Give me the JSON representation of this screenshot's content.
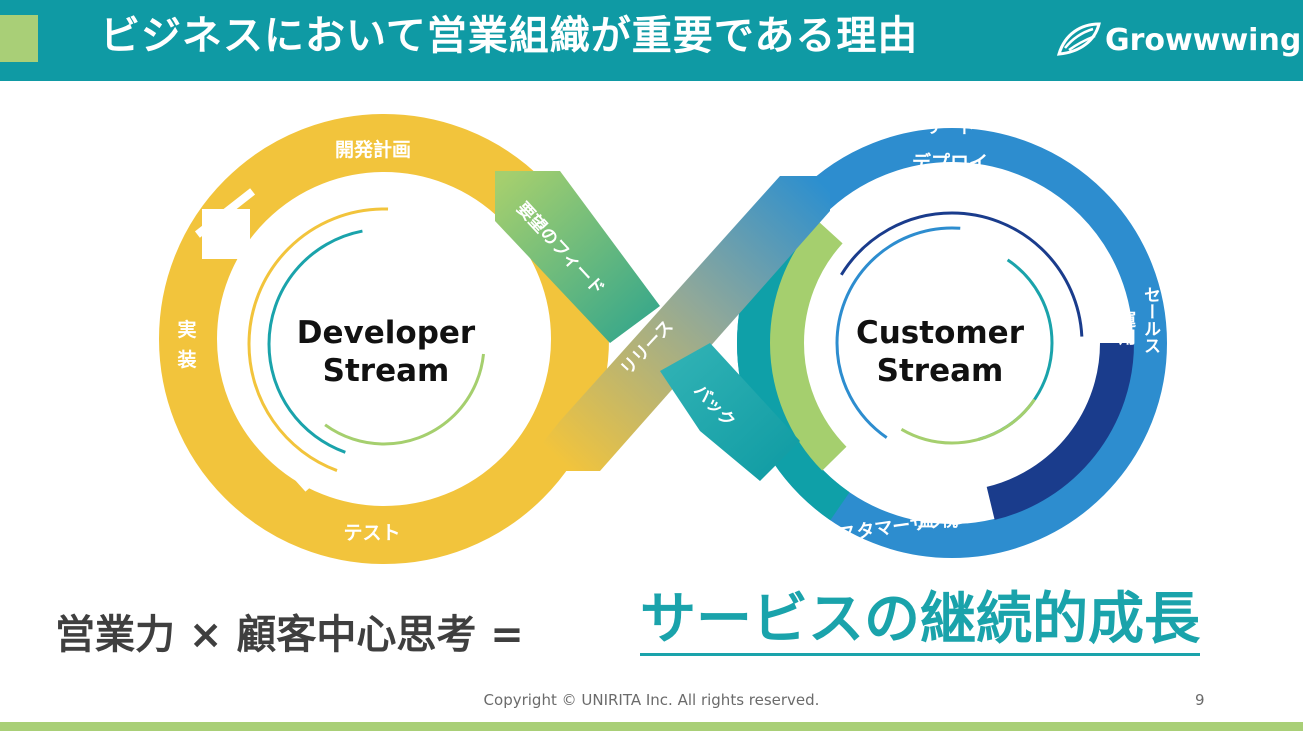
{
  "header": {
    "title": "ビジネスにおいて営業組織が重要である理由",
    "logo_text": "Growwwing",
    "colors": {
      "bar": "#0f9aa4",
      "accent": "#a9cf77"
    }
  },
  "diagram": {
    "developer_stream": {
      "line1": "Developer",
      "line2": "Stream",
      "stages": {
        "top": "開発計画",
        "left_1": "実",
        "left_2": "装",
        "bottom": "テスト"
      }
    },
    "customer_stream": {
      "line1": "Customer",
      "line2": "Stream",
      "outer": {
        "top": "リード",
        "right": "セールス",
        "bottom": "カスタマーサクセス"
      },
      "inner": {
        "top": "デプロイ",
        "right": "運用",
        "bottom": "監 視"
      }
    },
    "connectors": {
      "feedback": "要望のフィード",
      "back": "バック",
      "release": "リリース"
    }
  },
  "equation": {
    "left": "営業力 × 顧客中心思考 =",
    "result": "サービスの継続的成長"
  },
  "footer": {
    "copyright": "Copyright © UNIRITA Inc. All rights reserved.",
    "page": "9"
  }
}
